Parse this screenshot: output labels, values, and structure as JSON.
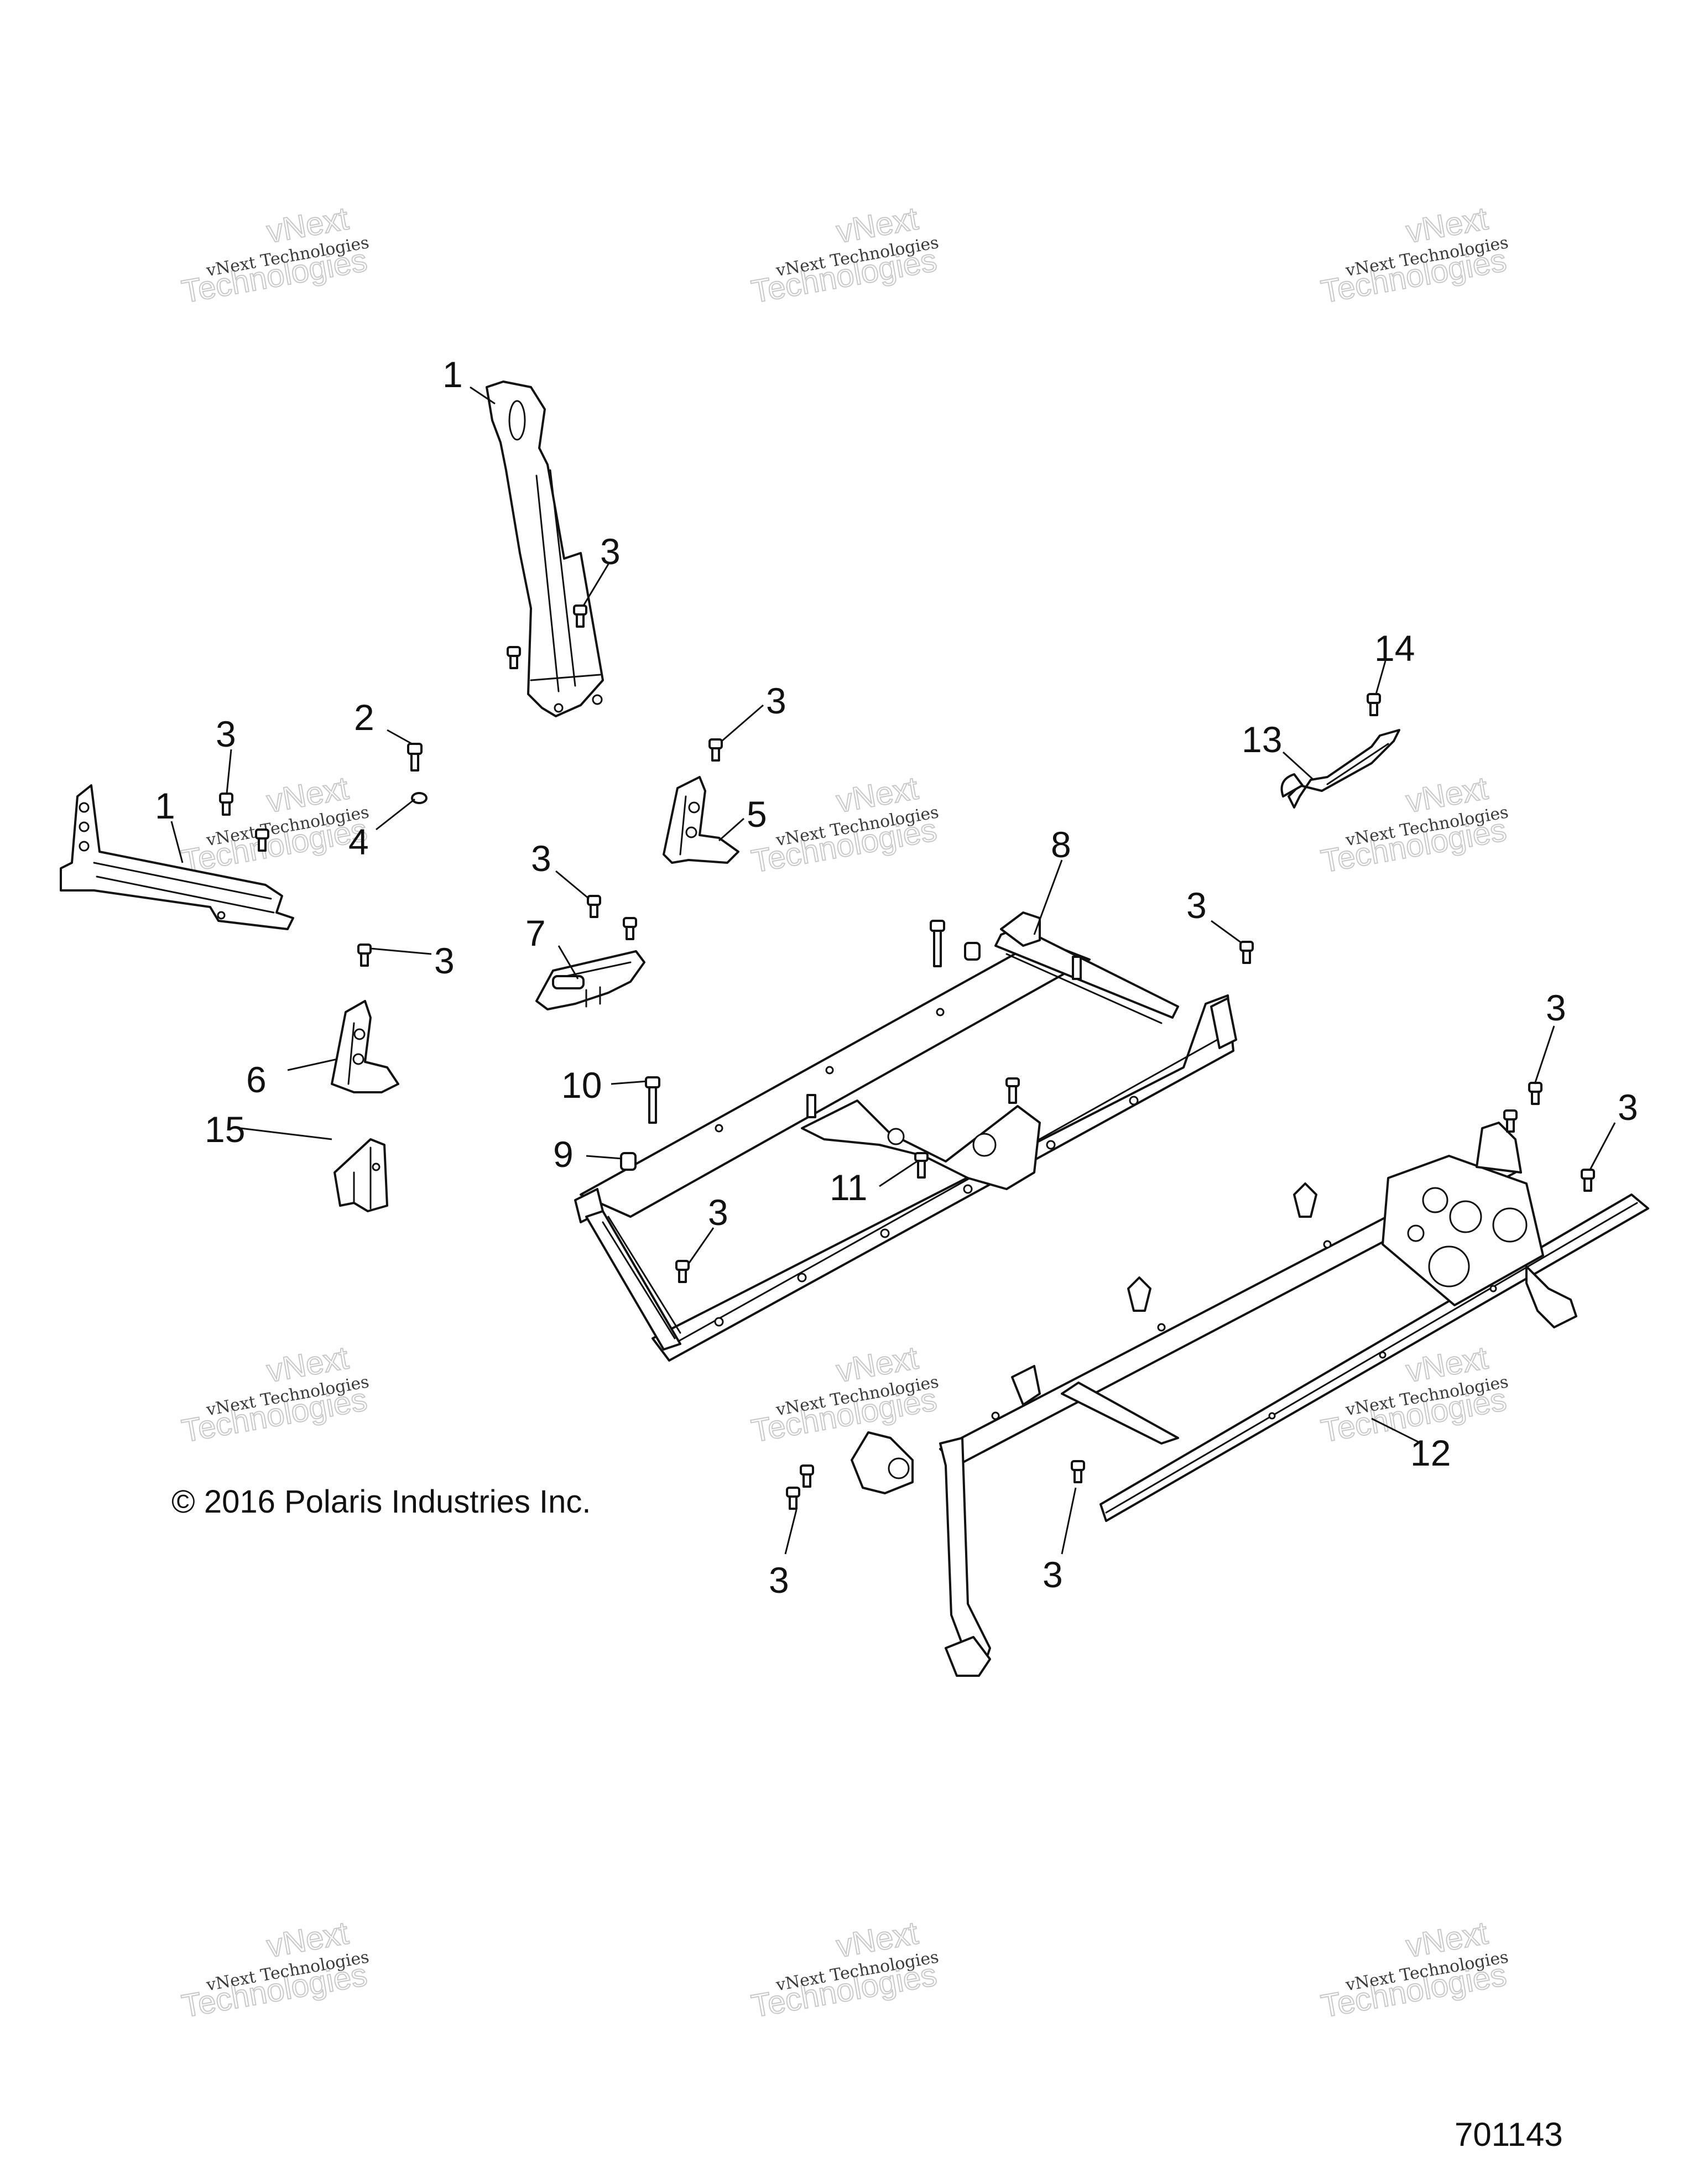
{
  "watermark": {
    "line1": "vNext Technologies",
    "line2": "Technologies",
    "line3": "vNext"
  },
  "copyright": "© 2016  Polaris Industries Inc.",
  "figure_number": "701143",
  "callouts": [
    {
      "id": "c1a",
      "text": "1"
    },
    {
      "id": "c3a",
      "text": "3"
    },
    {
      "id": "c14",
      "text": "14"
    },
    {
      "id": "c3b",
      "text": "3"
    },
    {
      "id": "c3c",
      "text": "3"
    },
    {
      "id": "c2",
      "text": "2"
    },
    {
      "id": "c13",
      "text": "13"
    },
    {
      "id": "c1b",
      "text": "1"
    },
    {
      "id": "c4",
      "text": "4"
    },
    {
      "id": "c5",
      "text": "5"
    },
    {
      "id": "c8",
      "text": "8"
    },
    {
      "id": "c3d",
      "text": "3"
    },
    {
      "id": "c3e",
      "text": "3"
    },
    {
      "id": "c7",
      "text": "7"
    },
    {
      "id": "c3f",
      "text": "3"
    },
    {
      "id": "c3g",
      "text": "3"
    },
    {
      "id": "c6",
      "text": "6"
    },
    {
      "id": "c10",
      "text": "10"
    },
    {
      "id": "c3h",
      "text": "3"
    },
    {
      "id": "c15",
      "text": "15"
    },
    {
      "id": "c9",
      "text": "9"
    },
    {
      "id": "c11",
      "text": "11"
    },
    {
      "id": "c3i",
      "text": "3"
    },
    {
      "id": "c12",
      "text": "12"
    },
    {
      "id": "c3j",
      "text": "3"
    },
    {
      "id": "c3k",
      "text": "3"
    }
  ]
}
